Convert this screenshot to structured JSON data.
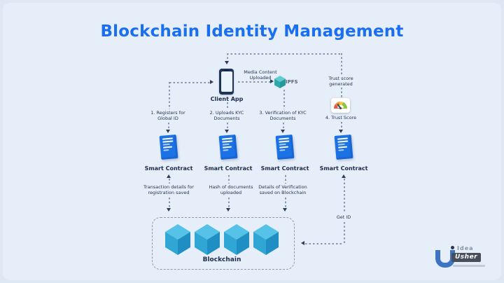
{
  "title": "Blockchain Identity Management",
  "client_app": {
    "label": "Client App"
  },
  "ipfs": {
    "label": "IPFS"
  },
  "media_upload": {
    "label": "Media Content\nUploaded"
  },
  "trust_flow": {
    "generated": "Trust score\ngenerated",
    "step": "4. Trust Score"
  },
  "steps": [
    {
      "label": "1. Registers for\nGlobal ID"
    },
    {
      "label": "2. Uploads KYC\nDocuments"
    },
    {
      "label": "3. Verification of KYC\nDocuments"
    }
  ],
  "contracts": [
    {
      "label": "Smart Contract"
    },
    {
      "label": "Smart Contract"
    },
    {
      "label": "Smart Contract"
    },
    {
      "label": "Smart Contract"
    }
  ],
  "outcomes": [
    {
      "label": "Transaction details for\nregistration saved"
    },
    {
      "label": "Hash of documents\nuploaded"
    },
    {
      "label": "Details of Verification\nsaved on Blockchain"
    }
  ],
  "get_id": {
    "label": "Get ID"
  },
  "blockchain": {
    "label": "Blockchain"
  },
  "logo": {
    "brand_top": "Idea",
    "brand_bottom": "Usher"
  },
  "colors": {
    "background": "#e6eef9",
    "title_blue": "#1a6ef0",
    "contract_blue": "#1b72e4",
    "cube_blue": "#2fa6d4",
    "ipfs_teal": "#2fa8ab",
    "connector_gray": "#8898b0"
  }
}
